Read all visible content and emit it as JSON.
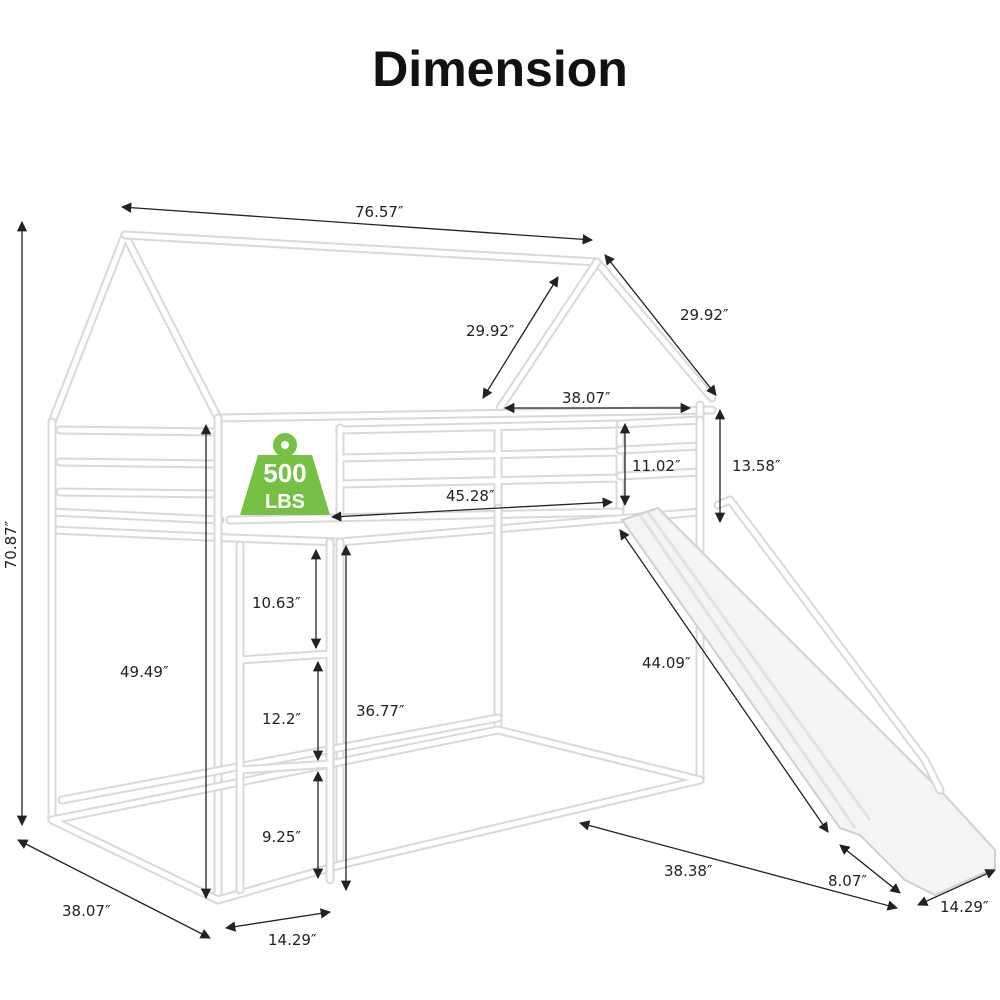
{
  "title": "Dimension",
  "badge": {
    "number": "500",
    "unit": "LBS",
    "color": "#76c043"
  },
  "dimensions": {
    "total_length": "76.57″",
    "roof_inner": "29.92″",
    "roof_outer": "29.92″",
    "top_opening": "38.07″",
    "guardrail_height": "11.02″",
    "slide_rail_height": "13.58″",
    "total_height": "70.87″",
    "bunk_opening": "45.28″",
    "step_top": "10.63″",
    "step_mid": "12.2″",
    "step_bottom": "9.25″",
    "top_bunk_height": "49.49″",
    "under_bed_clearance": "36.77″",
    "slide_length": "44.09″",
    "width": "38.07″",
    "ladder_width": "14.29″",
    "slide_projection": "38.38″",
    "slide_end_height": "8.07″",
    "slide_width": "14.29″"
  }
}
